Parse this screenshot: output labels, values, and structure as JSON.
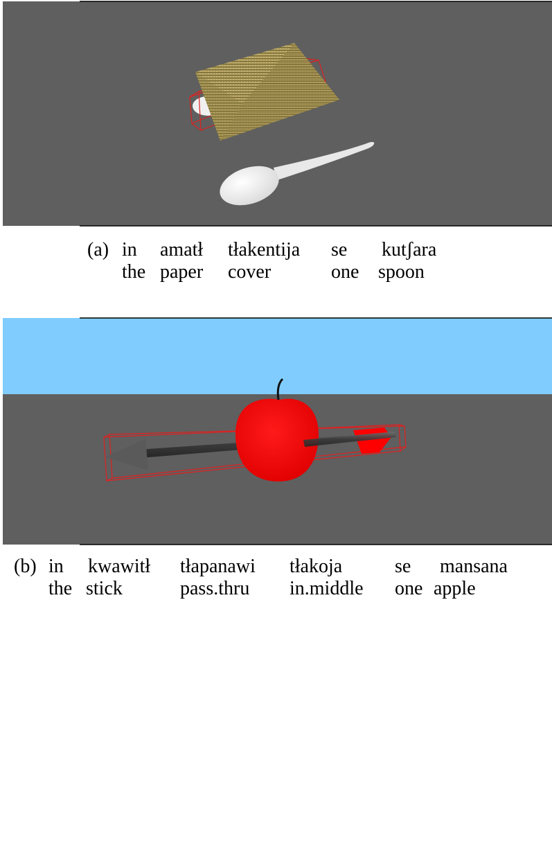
{
  "figure_a": {
    "marker": "(a)",
    "gloss": [
      {
        "word": "in",
        "translation": "the"
      },
      {
        "word": "amatł",
        "translation": "paper"
      },
      {
        "word": "tłakentija",
        "translation": "cover"
      },
      {
        "word": "se",
        "translation": "one"
      },
      {
        "word": "kutʃara",
        "translation": "spoon"
      }
    ]
  },
  "figure_b": {
    "marker": "(b)",
    "gloss": [
      {
        "word": "in",
        "translation": "the"
      },
      {
        "word": "kwawitł",
        "translation": "stick"
      },
      {
        "word": "tłapanawi",
        "translation": "pass.thru"
      },
      {
        "word": "tłakoja",
        "translation": "in.middle"
      },
      {
        "word": "se",
        "translation": "one"
      },
      {
        "word": "mansana",
        "translation": "apple"
      }
    ]
  },
  "colors": {
    "ground": "#5f5f5f",
    "sky": "#80ccff",
    "bounding_box": "#e02020",
    "apple": "#ff0000",
    "spoon": "#f2f2f2",
    "paper": "#a89658"
  }
}
